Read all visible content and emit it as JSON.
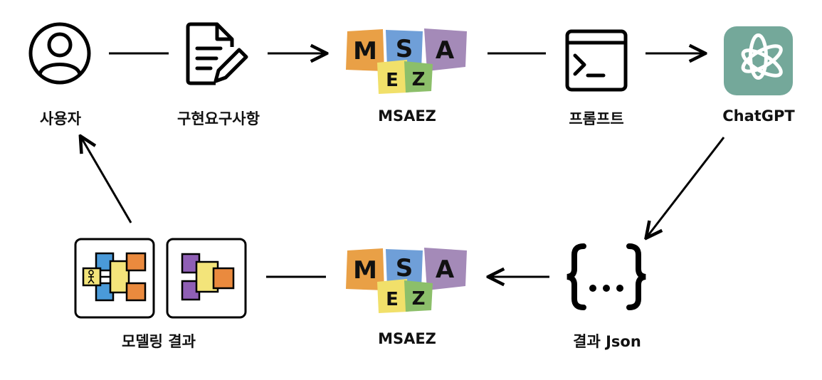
{
  "nodes": {
    "user": {
      "label": "사용자",
      "icon": "user-icon"
    },
    "requirements": {
      "label": "구현요구사항",
      "icon": "document-edit-icon"
    },
    "msaez_top": {
      "label": "MSAEZ",
      "icon": "msaez-logo"
    },
    "prompt": {
      "label": "프롬프트",
      "icon": "terminal-icon"
    },
    "chatgpt": {
      "label": "ChatGPT",
      "icon": "openai-logo"
    },
    "result_json": {
      "label": "결과 Json",
      "icon": "json-braces-icon"
    },
    "msaez_bottom": {
      "label": "MSAEZ",
      "icon": "msaez-logo"
    },
    "modeling_result": {
      "label": "모델링 결과",
      "icon": "model-diagram-icon"
    }
  },
  "logo": {
    "letters_top": [
      "M",
      "S",
      "A"
    ],
    "letters_bottom": [
      "E",
      "Z"
    ]
  },
  "colors": {
    "chatgpt_bg": "#74a89a",
    "msaez_orange": "#e9a046",
    "msaez_blue": "#6f9fd8",
    "msaez_purple": "#a48ab8",
    "msaez_yellow": "#f1e06a",
    "msaez_green": "#8cbf6a"
  }
}
